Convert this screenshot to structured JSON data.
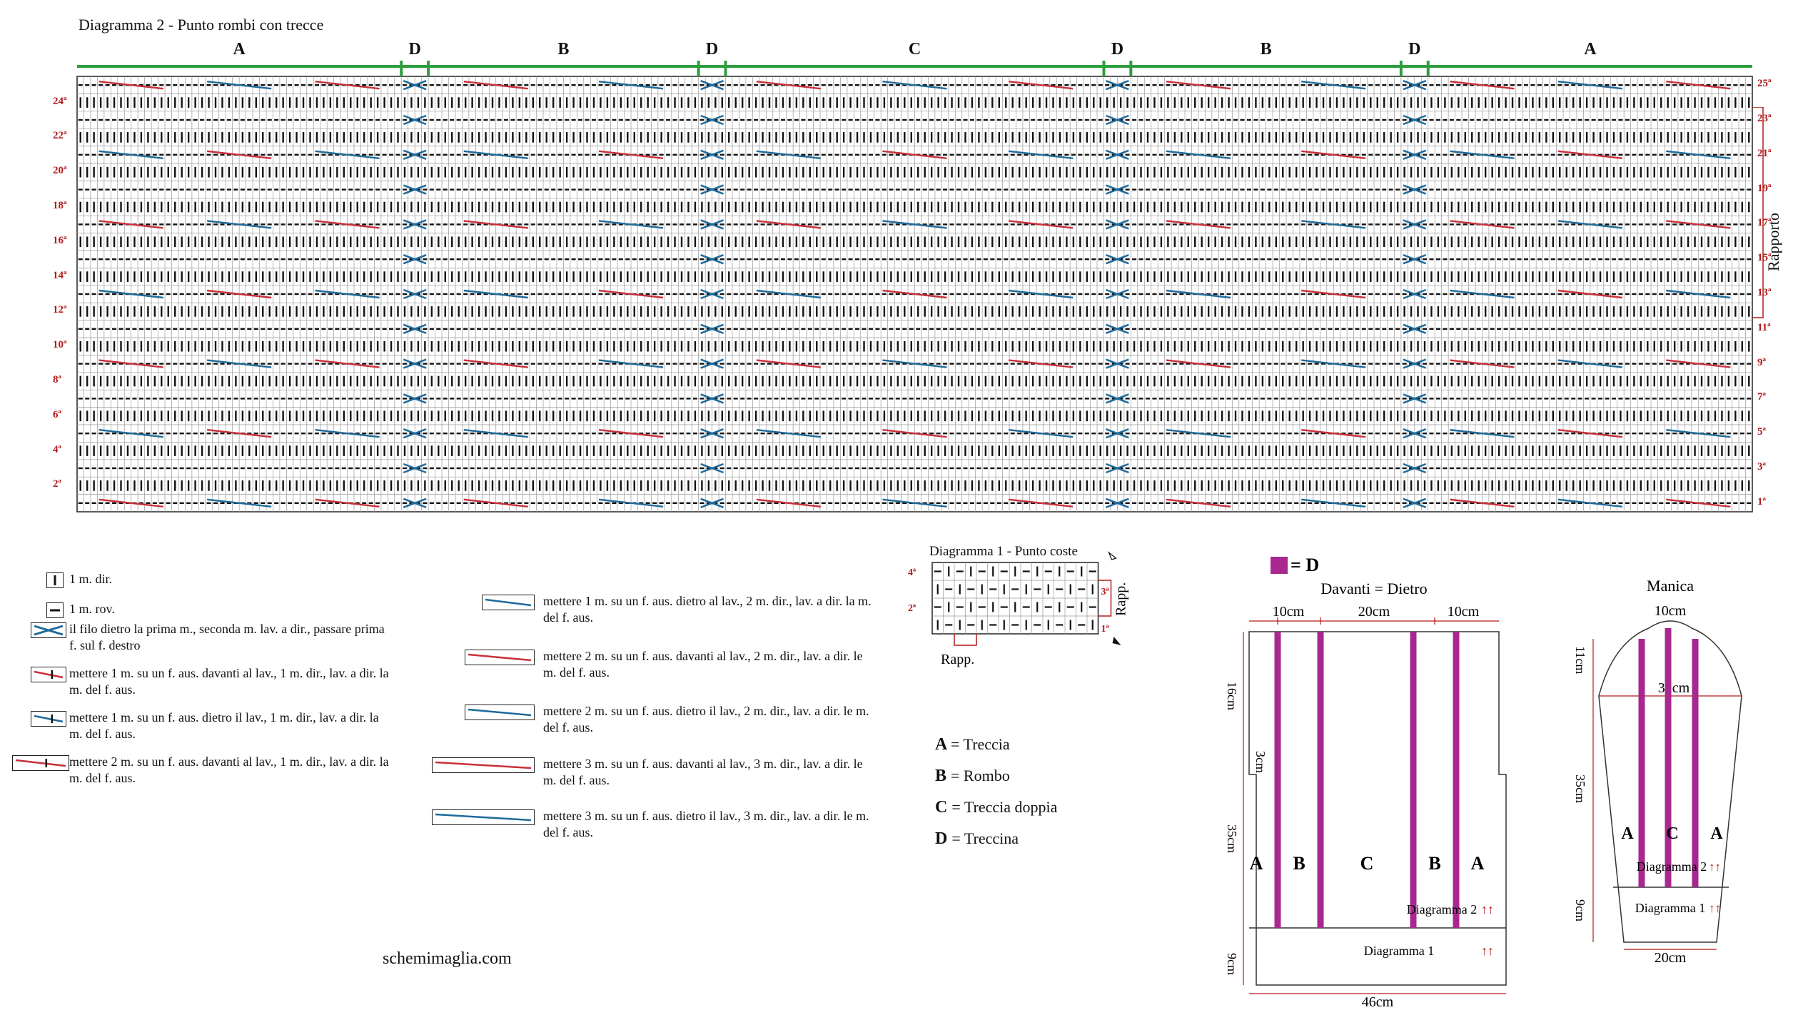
{
  "diagram2": {
    "title": "Diagramma 2 - Punto rombi con trecce",
    "sections": [
      "A",
      "D",
      "B",
      "D",
      "C",
      "D",
      "B",
      "D",
      "A"
    ],
    "left_rows": [
      "24ª",
      "22ª",
      "20ª",
      "18ª",
      "16ª",
      "14ª",
      "12ª",
      "10ª",
      "8ª",
      "6ª",
      "4ª",
      "2ª"
    ],
    "right_rows": [
      "25ª",
      "23ª",
      "21ª",
      "19ª",
      "17ª",
      "15ª",
      "13ª",
      "11ª",
      "9ª",
      "7ª",
      "5ª",
      "3ª",
      "1ª"
    ],
    "rapporto": "Rapporto"
  },
  "legend": {
    "items_left": [
      "1 m. dir.",
      "1 m. rov.",
      "il filo dietro la prima m., seconda m. lav. a dir., passare prima f. sul f. destro",
      "mettere 1 m. su un f. aus. davanti al lav., 1 m. dir., lav. a dir. la m. del f. aus.",
      "mettere 1 m. su un f. aus. dietro il lav., 1 m. dir., lav. a dir. la m. del f. aus.",
      "mettere 2 m. su un f. aus. davanti al lav., 1 m. dir., lav. a dir. la m. del f. aus."
    ],
    "items_right": [
      "mettere 1 m. su un f. aus. dietro al lav., 2 m. dir., lav. a dir. la m. del f. aus.",
      "mettere 2 m. su un f. aus. davanti al lav., 2 m. dir., lav. a dir. le m. del f. aus.",
      "mettere 2 m. su un f. aus. dietro il lav., 2 m. dir., lav. a dir. le m. del f. aus.",
      "mettere 3 m. su un f. aus. davanti al lav., 3 m. dir., lav. a dir. le m. del f. aus.",
      "mettere 3 m. su un f. aus. dietro il lav., 3 m. dir., lav. a dir. le m. del f. aus."
    ]
  },
  "diagram1": {
    "title": "Diagramma 1 - Punto coste",
    "rows_left": [
      "4ª",
      "2ª"
    ],
    "rows_right": [
      "3ª",
      "1ª"
    ],
    "rapp_right": "Rapp.",
    "rapp_bottom": "Rapp."
  },
  "keys": [
    {
      "letter": "A",
      "text": "= Treccia"
    },
    {
      "letter": "B",
      "text": "= Rombo"
    },
    {
      "letter": "C",
      "text": "= Treccia doppia"
    },
    {
      "letter": "D",
      "text": "= Treccina"
    }
  ],
  "website": "schemimaglia.com",
  "body_schematic": {
    "legend_d": "= D",
    "title": "Davanti = Dietro",
    "top_measures": [
      "10cm",
      "20cm",
      "10cm"
    ],
    "side_measures": [
      "16cm",
      "3cm",
      "35cm",
      "9cm"
    ],
    "bottom_measure": "46cm",
    "letters": [
      "A",
      "B",
      "C",
      "B",
      "A"
    ],
    "diagram2_label": "Diagramma 2",
    "diagram1_label": "Diagramma 1",
    "arrows": "↑↑"
  },
  "sleeve_schematic": {
    "title": "Manica",
    "top_measure": "10cm",
    "width_measure": "32cm",
    "side_measures": [
      "11cm",
      "35cm",
      "9cm"
    ],
    "bottom_measure": "20cm",
    "letters": [
      "A",
      "C",
      "A"
    ],
    "diagram2_label": "Diagramma 2",
    "diagram1_label": "Diagramma 1",
    "arrows": "↑↑"
  },
  "colors": {
    "green": "#2e9e3e",
    "red": "#c8303a",
    "blue": "#1f6a9a",
    "magenta": "#a8288f",
    "rownum": "#b31b1b"
  }
}
